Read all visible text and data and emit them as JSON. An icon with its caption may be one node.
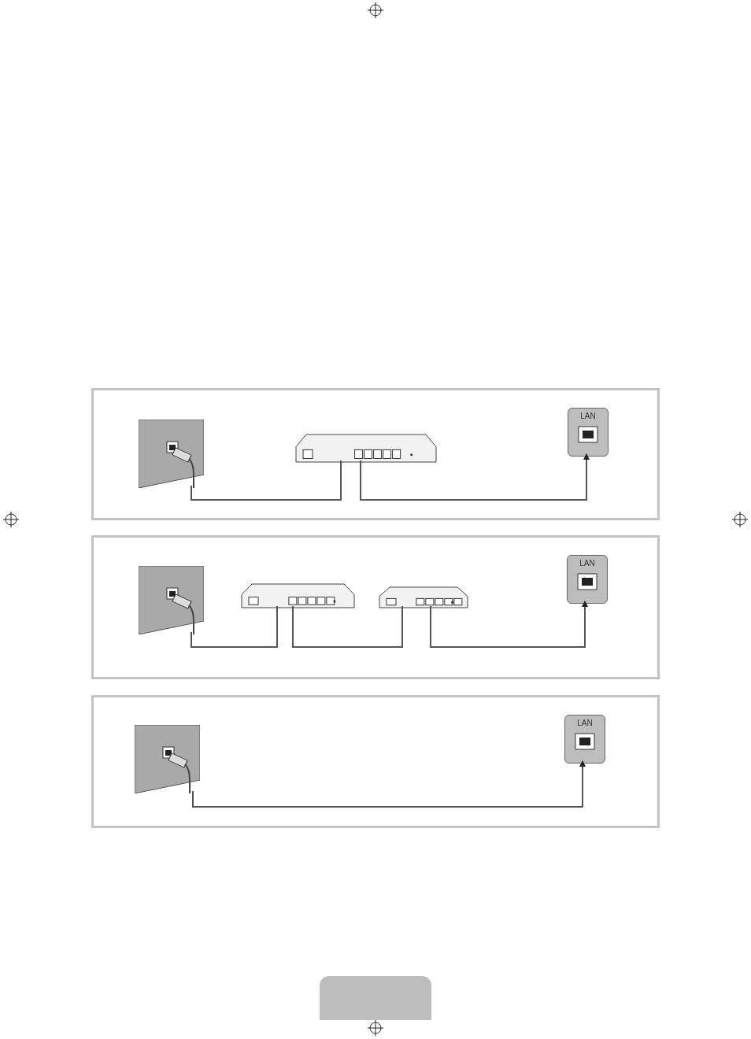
{
  "diagram": {
    "nodes": [
      {
        "text": [],
        "shape": "box"
      },
      {
        "text": [],
        "shape": "box",
        "in": 0
      },
      {
        "text": [],
        "shape": "box",
        "in": 0
      },
      {
        "text": [
          "LAN"
        ],
        "in": 0
      },
      {
        "text": [],
        "shape": "box"
      },
      {
        "text": [],
        "shape": "box",
        "in": 4
      },
      {
        "text": [],
        "shape": "box",
        "in": 4
      },
      {
        "text": [],
        "shape": "box",
        "in": 4
      },
      {
        "text": [
          "LAN"
        ],
        "in": 4
      },
      {
        "text": [],
        "shape": "box"
      },
      {
        "text": [],
        "shape": "box",
        "in": 9
      },
      {
        "text": [
          "LAN"
        ],
        "in": 9
      }
    ],
    "edges": [
      {
        "from": 1,
        "to": 2,
        "arrow": "none"
      },
      {
        "from": 2,
        "to": 3,
        "arrow": "to"
      },
      {
        "from": 5,
        "to": 6,
        "arrow": "none"
      },
      {
        "from": 6,
        "to": 7,
        "arrow": "none"
      },
      {
        "from": 7,
        "to": 8,
        "arrow": "to"
      },
      {
        "from": 10,
        "to": 11,
        "arrow": "to"
      }
    ]
  }
}
